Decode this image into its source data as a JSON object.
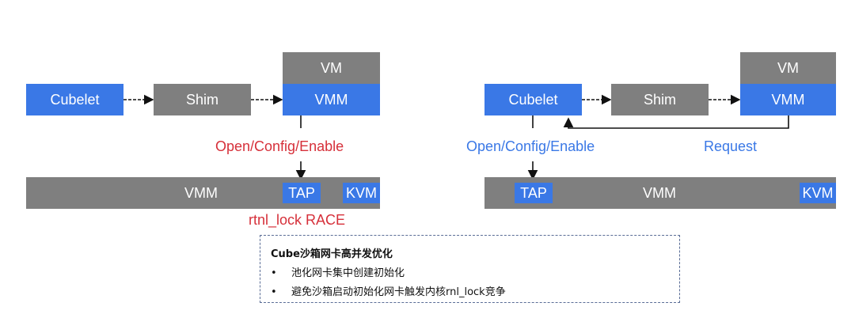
{
  "left": {
    "cubelet": "Cubelet",
    "shim": "Shim",
    "vm": "VM",
    "vmm": "VMM",
    "call_label": "Open/Config/Enable",
    "host_vmm": "VMM",
    "tap": "TAP",
    "kvm": "KVM",
    "race_label": "rtnl_lock RACE"
  },
  "right": {
    "cubelet": "Cubelet",
    "shim": "Shim",
    "vm": "VM",
    "vmm": "VMM",
    "call_label": "Open/Config/Enable",
    "request_label": "Request",
    "host_vmm": "VMM",
    "tap": "TAP",
    "kvm": "KVM"
  },
  "note": {
    "title": "Cube沙箱网卡高并发优化",
    "items": [
      "池化网卡集中创建初始化",
      "避免沙箱启动初始化网卡触发内核rnl_lock竞争"
    ],
    "bullet": "•"
  },
  "colors": {
    "blue_box": "#3a78e6",
    "grey_box": "#7f7f7f",
    "race_red": "#d6303a",
    "label_blue": "#3a78e6"
  }
}
